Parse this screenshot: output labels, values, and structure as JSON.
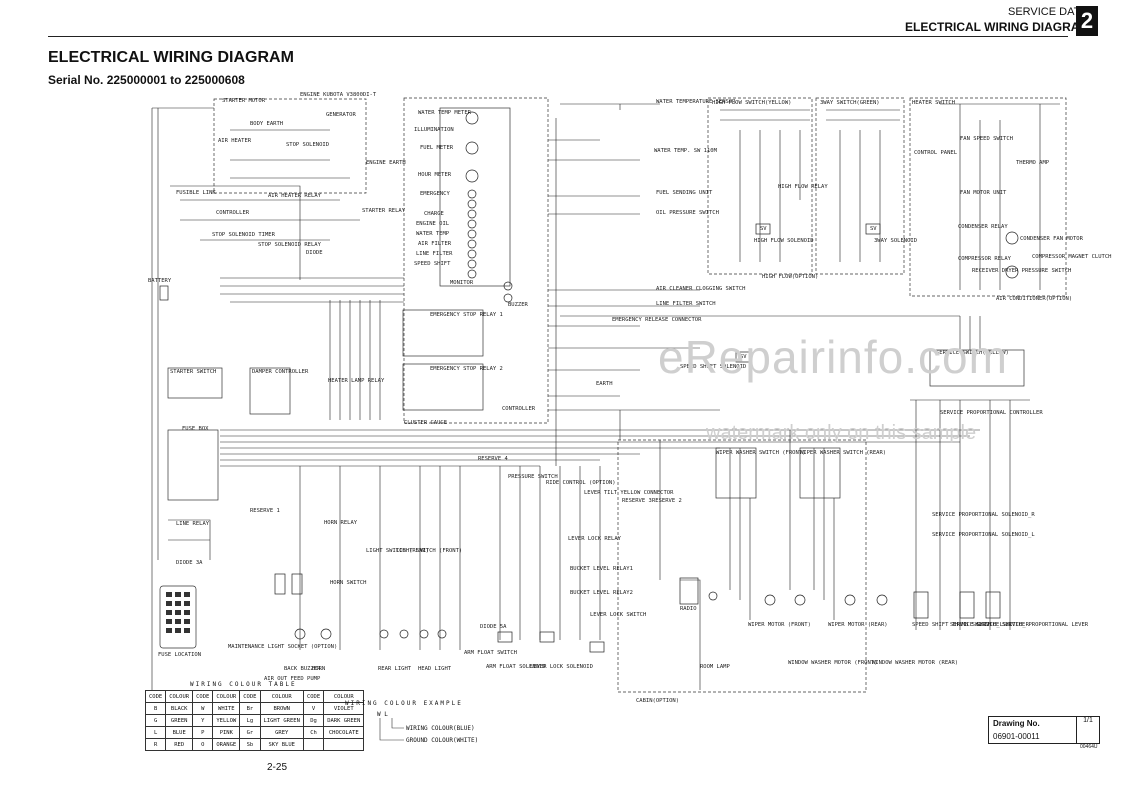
{
  "header": {
    "section": "SERVICE DATA",
    "title": "ELECTRICAL WIRING DIAGRAM",
    "chapter": "2"
  },
  "page": {
    "title": "ELECTRICAL WIRING DIAGRAM",
    "serial": "Serial No. 225000001 to 225000608",
    "page_number": "2-25"
  },
  "diagram": {
    "engine": "ENGINE KUBOTA V3800DI-T",
    "labels": {
      "starter_motor": "STARTER MOTOR",
      "body_earth": "BODY EARTH",
      "generator": "GENERATOR",
      "air_heater": "AIR HEATER",
      "stop_solenoid": "STOP SOLENOID",
      "engine_earth": "ENGINE EARTH",
      "fusible_link": "FUSIBLE LINK",
      "controller": "CONTROLLER",
      "air_heater_relay": "AIR HEATER RELAY",
      "starter_relay": "STARTER RELAY",
      "stop_solenoid_timer": "STOP SOLENOID TIMER",
      "stop_solenoid_relay": "STOP SOLENOID RELAY",
      "diode": "DIODE",
      "battery": "BATTERY",
      "monitor": "MONITOR",
      "water_temp_meter": "WATER TEMP METER",
      "illumination": "ILLUMINATION",
      "fuel_meter": "FUEL METER",
      "hour_meter": "HOUR METER",
      "emergency": "EMERGENCY",
      "charge": "CHARGE",
      "engine_oil": "ENGINE OIL",
      "water_temp": "WATER TEMP",
      "air_filter": "AIR FILTER",
      "line_filter": "LINE FILTER",
      "speed_shift": "SPEED SHIFT",
      "buzzer": "BUZZER",
      "water_temp_sensor": "WATER TEMPERATURE SENSOR",
      "water_temp_sw": "WATER TEMP. SW 110M",
      "fuel_sending_unit": "FUEL SENDING UNIT",
      "oil_pressure_switch": "OIL PRESSURE SWITCH",
      "air_cleaner_switch": "AIR CLEANER CLOGGING SWITCH",
      "line_filter_switch": "LINE FILTER SWITCH",
      "emergency_release": "EMERGENCY RELEASE CONNECTOR",
      "emergency_stop_relay_1": "EMERGENCY STOP RELAY 1",
      "emergency_stop_relay_2": "EMERGENCY STOP RELAY 2",
      "cluster_gauge": "CLUSTER GAUGE",
      "starter_switch": "STARTER SWITCH",
      "damper_controller": "DAMPER CONTROLLER",
      "heater_lamp_relay": "HEATER LAMP RELAY",
      "earth": "EARTH",
      "fuse_box": "FUSE BOX",
      "line_relay": "LINE RELAY",
      "diode_3a": "DIODE 3A",
      "fuse_location": "FUSE LOCATION",
      "high_flow_switch": "HIGH FLOW SWITCH(YELLOW)",
      "high_flow_relay": "HIGH FLOW RELAY",
      "high_flow_solenoid": "HIGH FLOW SOLENOID",
      "high_flow_option": "HIGH FLOW(OPTION)",
      "way_switch": "3WAY SWITCH(GREEN)",
      "way_solenoid": "3WAY SOLENOID",
      "heater_switch": "HEATER SWITCH",
      "control_panel": "CONTROL PANEL",
      "fan_speed_switch": "FAN SPEED SWITCH",
      "fan_motor_unit": "FAN MOTOR UNIT",
      "thermo_amp": "THERMO AMP",
      "condenser_relay": "CONDENSER RELAY",
      "condenser_fan_motor": "CONDENSER FAN MOTOR",
      "compressor_relay": "COMPRESSOR RELAY",
      "compressor_clutch": "COMPRESSOR MAGNET CLUTCH",
      "receiver_dryer": "RECEIVER DRYER PRESSURE SWITCH",
      "air_conditioner": "AIR CONDITIONER(OPTION)",
      "speed_shift_switch": "SPEED SHIFT SOLENOID",
      "service_switch": "SERVICE SWITCH(YELLOW)",
      "service_prop_controller": "SERVICE PROPORTIONAL CONTROLLER",
      "wiper_washer_front": "WIPER WASHER SWITCH (FRONT)",
      "wiper_washer_rear": "WIPER WASHER SWITCH (REAR)",
      "wiper_motor_front": "WIPER MOTOR (FRONT)",
      "wiper_motor_rear": "WIPER MOTOR (REAR)",
      "washer_motor_front": "WINDOW WASHER MOTOR (FRONT)",
      "washer_motor_rear": "WINDOW WASHER MOTOR (REAR)",
      "service_prop_solenoid_r": "SERVICE PROPORTIONAL SOLENOID_R",
      "service_prop_solenoid_l": "SERVICE PROPORTIONAL SOLENOID_L",
      "service_switch_l": "SERVICE SWITCH_L",
      "service_switch_r": "SERVICE SWITCH_R",
      "speed_shift_thumb": "SPEED SHIFT THUMB SWITCH",
      "service_prop_lever": "SERVICE PROPORTIONAL LEVER",
      "cabin_option": "CABIN(OPTION)",
      "room_lamp": "ROOM LAMP",
      "radio": "RADIO",
      "reserve_1": "RESERVE 1",
      "reserve_2": "RESERVE 2",
      "reserve_3": "RESERVE 3",
      "reserve_4": "RESERVE 4",
      "horn_relay": "HORN RELAY",
      "horn_switch": "HORN SWITCH",
      "horn": "HORN",
      "light_switch_front": "LIGHT SWITCH (FRONT)",
      "light_switch_rear": "LIGHT SWITCH (REAR)",
      "rear_light": "REAR LIGHT",
      "head_light": "HEAD LIGHT",
      "back_buzzer": "BACK BUZZER",
      "air_out_feed_pump": "AIR OUT FEED PUMP",
      "maintenance_light": "MAINTENANCE LIGHT SOCKET (OPTION)",
      "arm_float_switch": "ARM FLOAT SWITCH",
      "arm_float_solenoid": "ARM FLOAT SOLENOID",
      "lever_lock_switch": "LEVER LOCK SWITCH",
      "lever_lock_solenoid": "LEVER LOCK SOLENOID",
      "lever_lock_relay": "LEVER LOCK RELAY",
      "pressure_switch": "PRESSURE SWITCH",
      "tilt_lever": "LEVER TILT YELLOW CONNECTOR",
      "bucket_1_relay": "BUCKET LEVEL RELAY1",
      "bucket_2_relay": "BUCKET LEVEL RELAY2",
      "diode_5a": "DIODE 5A",
      "ride_control": "RIDE CONTROL (OPTION)",
      "sv": "SV"
    }
  },
  "colour_table": {
    "title": "WIRING COLOUR TABLE",
    "headers": [
      "CODE",
      "COLOUR",
      "CODE",
      "COLOUR",
      "CODE",
      "COLOUR",
      "CODE",
      "COLOUR"
    ],
    "rows": [
      [
        "B",
        "BLACK",
        "W",
        "WHITE",
        "Br",
        "BROWN",
        "V",
        "VIOLET"
      ],
      [
        "G",
        "GREEN",
        "Y",
        "YELLOW",
        "Lg",
        "LIGHT GREEN",
        "Dg",
        "DARK GREEN"
      ],
      [
        "L",
        "BLUE",
        "P",
        "PINK",
        "Gr",
        "GREY",
        "Ch",
        "CHOCOLATE"
      ],
      [
        "R",
        "RED",
        "O",
        "ORANGE",
        "Sb",
        "SKY BLUE",
        "",
        ""
      ]
    ]
  },
  "colour_example": {
    "title": "WIRING COLOUR EXAMPLE",
    "codes": "W   L",
    "wire_colour": "WIRING COLOUR(BLUE)",
    "ground_colour": "GROUND COLOUR(WHITE)"
  },
  "drawing": {
    "label": "Drawing No.",
    "number": "06901-00011",
    "sheet": "1/1",
    "code": "00464U"
  },
  "watermark": {
    "brand": "eRepairinfo.com",
    "note": "watermark only on this sample"
  }
}
